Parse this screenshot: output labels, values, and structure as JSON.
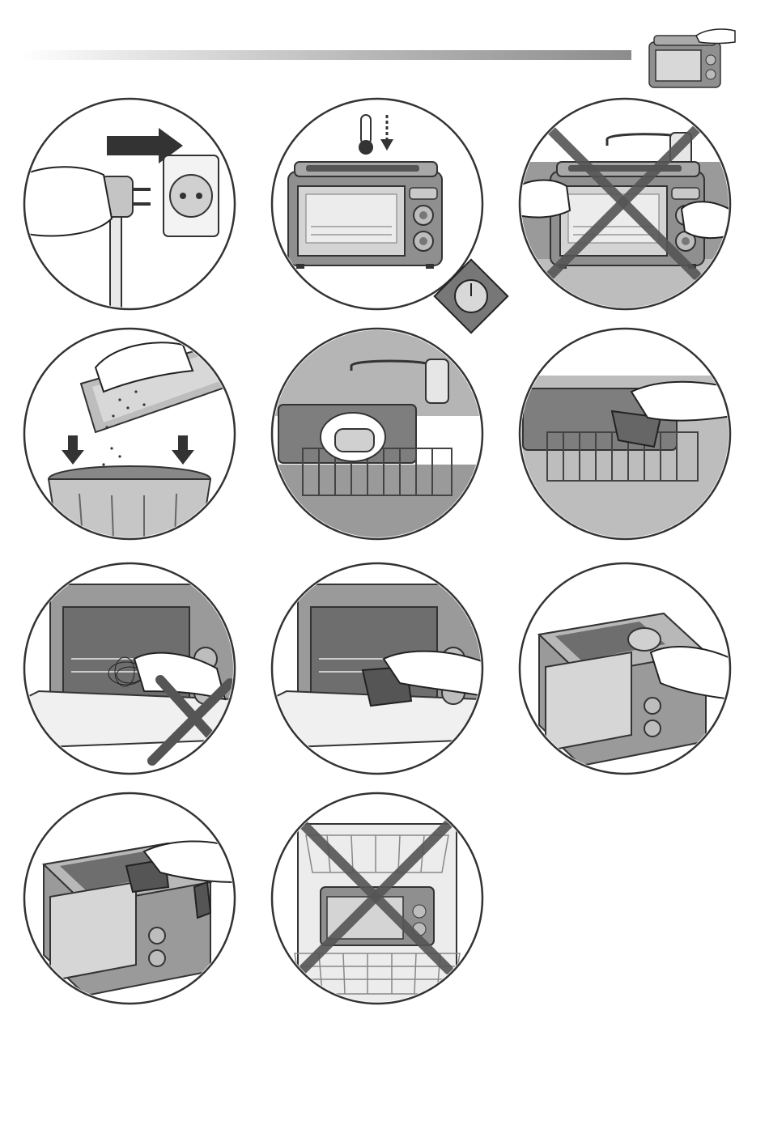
{
  "page": {
    "header_thumbnail_icon": "toaster-oven-cleaning-icon",
    "accent_color": "#6b6b6b",
    "forbid_mark_color": "#555555"
  },
  "steps": [
    {
      "id": "unplug",
      "icon": "unplug-plug-from-socket-icon",
      "forbidden": false
    },
    {
      "id": "cool-down",
      "icon": "let-appliance-cool-icon",
      "forbidden": false
    },
    {
      "id": "no-water",
      "icon": "no-water-immersion-icon",
      "forbidden": true
    },
    {
      "id": "empty-crumb-tray",
      "icon": "empty-crumb-tray-icon",
      "forbidden": false
    },
    {
      "id": "wash-tray-rack",
      "icon": "wash-tray-with-sponge-icon",
      "forbidden": false
    },
    {
      "id": "dry-tray-rack",
      "icon": "dry-rack-with-cloth-icon",
      "forbidden": false
    },
    {
      "id": "no-steel-wool",
      "icon": "no-abrasive-pad-inside-icon",
      "forbidden": true
    },
    {
      "id": "wipe-interior",
      "icon": "wipe-interior-cloth-icon",
      "forbidden": false
    },
    {
      "id": "wipe-exterior-sponge",
      "icon": "wipe-exterior-sponge-icon",
      "forbidden": false
    },
    {
      "id": "wipe-top-cloth",
      "icon": "wipe-top-cloth-icon",
      "forbidden": false
    },
    {
      "id": "no-dishwasher",
      "icon": "no-dishwasher-icon",
      "forbidden": true
    }
  ],
  "timer_badge_icon": "timer-dial-icon"
}
